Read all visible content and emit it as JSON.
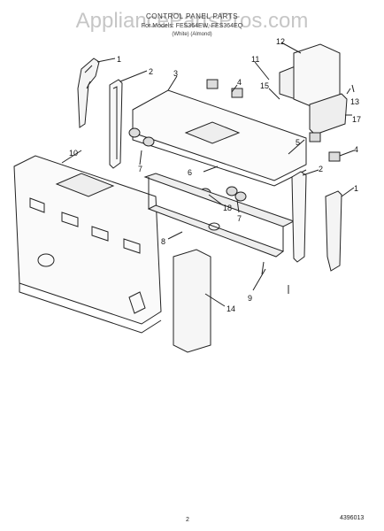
{
  "header": {
    "title": "CONTROL PANEL PARTS",
    "models": "For Models: FES364EW, FES364EQ",
    "colors": "(White)          (Almond)",
    "watermark": "AppliancePartsPros.com"
  },
  "footer": {
    "page": "2",
    "part_number": "4396013"
  },
  "callouts": {
    "c1a": "1",
    "c2a": "2",
    "c3": "3",
    "c4a": "4",
    "c11": "11",
    "c12": "12",
    "c15": "15",
    "c13": "13",
    "c17": "17",
    "c5": "5",
    "c4b": "4",
    "c2b": "2",
    "c1b": "1",
    "c10": "10",
    "c7a": "7",
    "c6": "6",
    "c18": "18",
    "c7b": "7",
    "c8": "8",
    "c9": "9",
    "c14": "14"
  }
}
